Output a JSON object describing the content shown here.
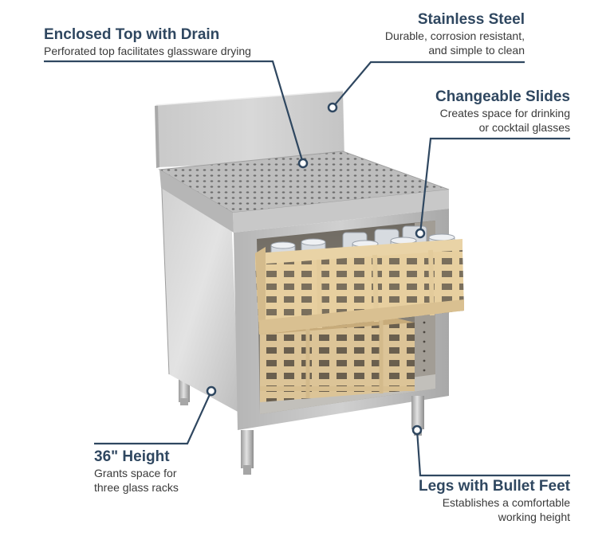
{
  "product": {
    "name": "stainless steel glass rack storage cabinet with perforated drain top",
    "colors": {
      "accent": "#2f4760",
      "steel_light": "#d9d9d9",
      "steel_mid": "#b8b8b8",
      "steel_dark": "#8f8f8f",
      "rack": "#e6cfa0",
      "rack_shadow": "#c9ad78"
    }
  },
  "callouts": [
    {
      "id": "enclosed-top",
      "title": "Enclosed Top with Drain",
      "description": "Perforated top facilitates glassware drying"
    },
    {
      "id": "stainless-steel",
      "title": "Stainless Steel",
      "description": "Durable, corrosion resistant,\nand simple to clean"
    },
    {
      "id": "changeable-slides",
      "title": "Changeable Slides",
      "description": "Creates space for drinking\nor cocktail glasses"
    },
    {
      "id": "height",
      "title": "36\" Height",
      "description": "Grants space for\nthree glass racks"
    },
    {
      "id": "legs",
      "title": "Legs with Bullet Feet",
      "description": "Establishes a comfortable\nworking height"
    }
  ]
}
